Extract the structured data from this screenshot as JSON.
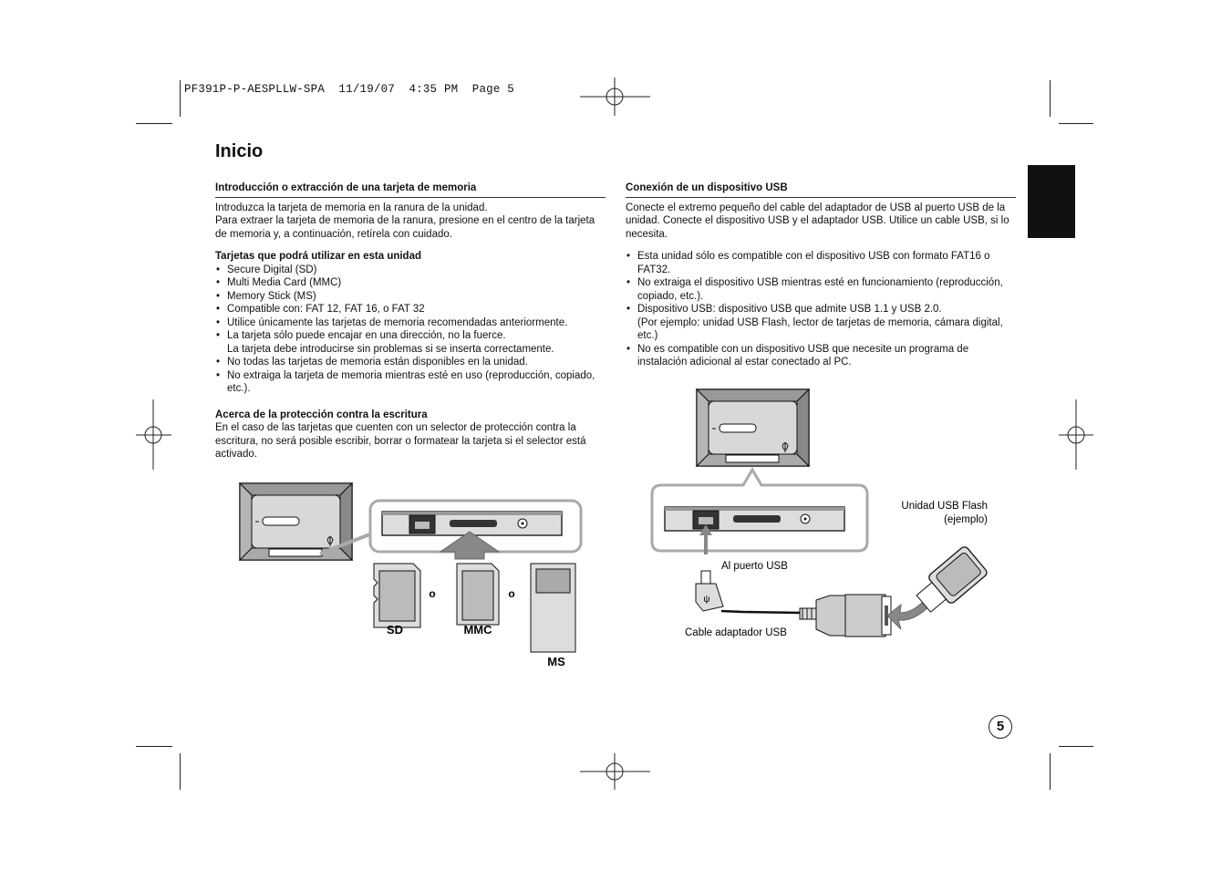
{
  "header": {
    "print_line": "PF391P-P-AESPLLW-SPA  11/19/07  4:35 PM  Page 5"
  },
  "page": {
    "title": "Inicio",
    "number": "5"
  },
  "left": {
    "heading": "Introducción o extracción de una tarjeta de memoria",
    "intro1": "Introduzca la tarjeta de memoria en la ranura de la unidad.",
    "intro2": "Para extraer la tarjeta de memoria de la ranura, presione en el centro de la tarjeta de memoria y, a continuación, retírela con cuidado.",
    "cards_heading": "Tarjetas que podrá utilizar en esta unidad",
    "cards": [
      "Secure Digital (SD)",
      "Multi Media Card (MMC)",
      "Memory Stick (MS)",
      "Compatible con: FAT 12, FAT 16, o FAT 32",
      "Utilice únicamente las tarjetas de memoria recomendadas anteriormente.",
      "La tarjeta sólo puede encajar en una dirección, no la fuerce.",
      "No todas las tarjetas de memoria están disponibles en la unidad.",
      "No extraiga la tarjeta de memoria mientras esté en uso (reproducción, copiado, etc.)."
    ],
    "card_note": "La tarjeta debe introducirse sin problemas si se inserta correctamente.",
    "protect_heading": "Acerca de la protección contra la escritura",
    "protect_text": "En el caso de las tarjetas que cuenten con un selector de protección contra la escritura, no será posible escribir, borrar o formatear la tarjeta si el selector está activado.",
    "figure": {
      "label_sd": "SD",
      "label_mmc": "MMC",
      "label_ms": "MS",
      "or1": "o",
      "or2": "o"
    }
  },
  "right": {
    "heading": "Conexión de un dispositivo USB",
    "intro": "Conecte el extremo pequeño del cable del adaptador de USB al puerto USB de la unidad. Conecte el dispositivo USB y el adaptador USB. Utilice un cable USB, si lo necesita.",
    "bullets": [
      "Esta unidad sólo es compatible con el dispositivo USB con formato FAT16 o FAT32.",
      "No extraiga el dispositivo USB mientras esté en funcionamiento (reproducción, copiado, etc.).",
      "Dispositivo USB: dispositivo USB que admite USB 1.1 y USB 2.0.",
      "No es compatible con un dispositivo USB que necesite un programa de instalación adicional al estar conectado al PC."
    ],
    "usb_note": "(Por ejemplo: unidad USB Flash, lector de tarjetas de memoria, cámara digital, etc.)",
    "figure": {
      "flash_label1": "Unidad USB Flash",
      "flash_label2": "(ejemplo)",
      "port_label": "Al puerto USB",
      "cable_label": "Cable adaptador USB"
    }
  }
}
